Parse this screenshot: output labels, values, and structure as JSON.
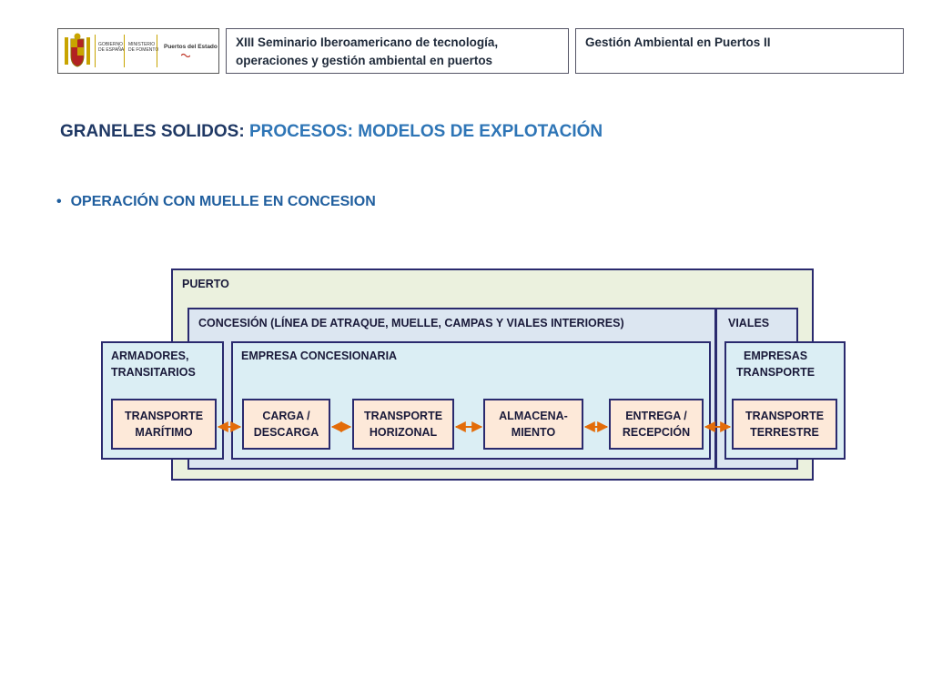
{
  "header": {
    "logo": {
      "gov_line1": "GOBIERNO",
      "gov_line2": "DE ESPAÑA",
      "min_line1": "MINISTERIO",
      "min_line2": "DE FOMENTO",
      "brand": "Puertos del Estado"
    },
    "seminar_line1": "XIII Seminario Iberoamericano de tecnología,",
    "seminar_line2": "operaciones y gestión ambiental en puertos",
    "course": "Gestión Ambiental en Puertos II"
  },
  "slide": {
    "title_part1": "GRANELES SOLIDOS: ",
    "title_part2": "PROCESOS: MODELOS DE EXPLOTACIÓN",
    "bullet_mark": "•",
    "bullet": "OPERACIÓN CON MUELLE EN CONCESION"
  },
  "diagram": {
    "puerto": "PUERTO",
    "concesion": "CONCESIÓN (LÍNEA DE ATRAQUE, MUELLE, CAMPAS Y VIALES INTERIORES)",
    "viales": "VIALES",
    "armadores_line1": "ARMADORES,",
    "armadores_line2": "TRANSITARIOS",
    "empresa": "EMPRESA CONCESIONARIA",
    "empresas_line1": "EMPRESAS",
    "empresas_line2": "TRANSPORTE",
    "steps": [
      "TRANSPORTE\nMARÍTIMO",
      "CARGA /\nDESCARGA",
      "TRANSPORTE\nHORIZONAL",
      "ALMACENA-\nMIENTO",
      "ENTREGA /\nRECEPCIÓN",
      "TRANSPORTE\nTERRESTRE"
    ]
  },
  "colors": {
    "arrow": "#e36c09",
    "border": "#2a2a6e",
    "title_dark": "#1f3864",
    "title_blue": "#2e75b6"
  }
}
